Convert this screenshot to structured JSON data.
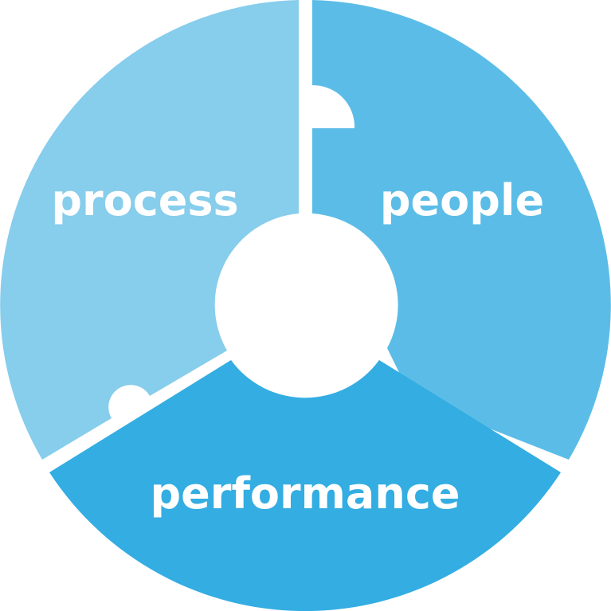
{
  "diagram": {
    "segments": [
      {
        "id": "process",
        "label": "process",
        "color": "#87cdec"
      },
      {
        "id": "people",
        "label": "people",
        "color": "#5bbde7"
      },
      {
        "id": "performance",
        "label": "performance",
        "color": "#33ade2"
      }
    ],
    "background_color": "#ffffff"
  }
}
